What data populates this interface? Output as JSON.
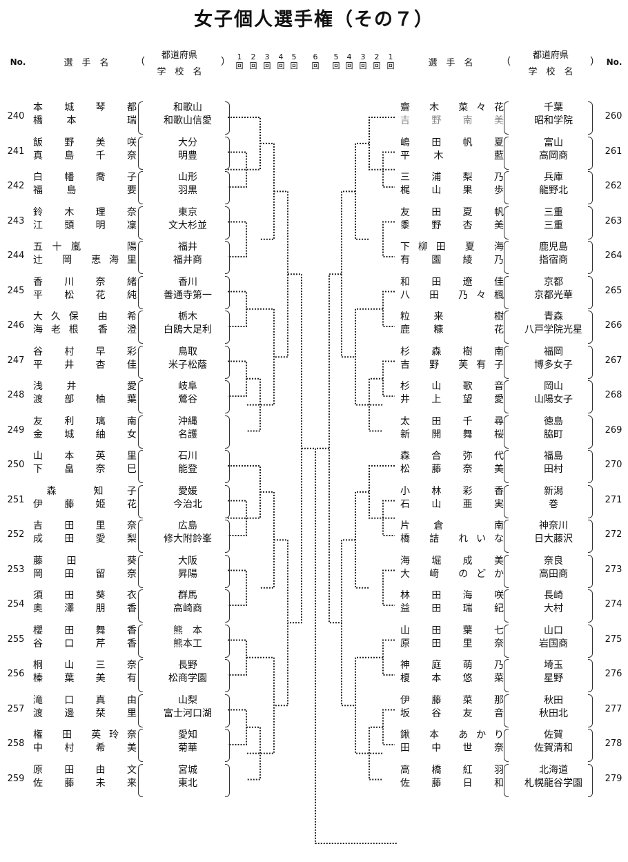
{
  "title": "女子個人選手権（その７）",
  "header": {
    "no": "No.",
    "player": "選　手　名",
    "pref": "都道府県",
    "school": "学　校　名",
    "paren_open": "（",
    "paren_close": "）",
    "rounds_left": [
      {
        "n": "1",
        "u": "回"
      },
      {
        "n": "2",
        "u": "回"
      },
      {
        "n": "3",
        "u": "回"
      },
      {
        "n": "4",
        "u": "回"
      },
      {
        "n": "5",
        "u": "回"
      }
    ],
    "round_final": {
      "n": "6",
      "u": "回"
    },
    "rounds_right": [
      {
        "n": "5",
        "u": "回"
      },
      {
        "n": "4",
        "u": "回"
      },
      {
        "n": "3",
        "u": "回"
      },
      {
        "n": "2",
        "u": "回"
      },
      {
        "n": "1",
        "u": "回"
      }
    ]
  },
  "left": [
    {
      "no": "240",
      "p1": "本　城　琴　都",
      "p2": "橋　本　　　瑞",
      "pref": "和歌山",
      "school": "和歌山信愛"
    },
    {
      "no": "241",
      "p1": "飯　野　美　咲",
      "p2": "真　島　千　奈",
      "pref": "大分",
      "school": "明豊"
    },
    {
      "no": "242",
      "p1": "白　幡　喬　子",
      "p2": "福　島　　　要",
      "pref": "山形",
      "school": "羽黒"
    },
    {
      "no": "243",
      "p1": "鈴　木　理　奈",
      "p2": "江　頭　明　凜",
      "pref": "東京",
      "school": "文大杉並"
    },
    {
      "no": "244",
      "p1": "五十嵐　　　陽",
      "p2": "辻　岡　恵海里",
      "pref": "福井",
      "school": "福井商"
    },
    {
      "no": "245",
      "p1": "香　川　奈　緒",
      "p2": "平　松　花　純",
      "pref": "香川",
      "school": "善通寺第一"
    },
    {
      "no": "246",
      "p1": "大久保　由　希",
      "p2": "海老根　香　澄",
      "pref": "栃木",
      "school": "白鴎大足利"
    },
    {
      "no": "247",
      "p1": "谷　村　早　彩",
      "p2": "平　井　杏　佳",
      "pref": "鳥取",
      "school": "米子松蔭"
    },
    {
      "no": "248",
      "p1": "浅　井　　　愛",
      "p2": "渡　部　柚　葉",
      "pref": "岐阜",
      "school": "鶯谷"
    },
    {
      "no": "249",
      "p1": "友　利　璃　南",
      "p2": "金　城　紬　女",
      "pref": "沖縄",
      "school": "名護"
    },
    {
      "no": "250",
      "p1": "山　本　英　里",
      "p2": "下　畠　奈　巳",
      "pref": "石川",
      "school": "能登"
    },
    {
      "no": "251",
      "p1": "　森　　知　子",
      "p2": "伊　藤　姫　花",
      "pref": "愛媛",
      "school": "今治北"
    },
    {
      "no": "252",
      "p1": "吉　田　里　奈",
      "p2": "成　田　愛　梨",
      "pref": "広島",
      "school": "修大附鈴峯"
    },
    {
      "no": "253",
      "p1": "藤　田　　　葵",
      "p2": "岡　田　留　奈",
      "pref": "大阪",
      "school": "昇陽"
    },
    {
      "no": "254",
      "p1": "須　田　葵　衣",
      "p2": "奥　澤　朋　香",
      "pref": "群馬",
      "school": "高崎商"
    },
    {
      "no": "255",
      "p1": "櫻　田　舞　香",
      "p2": "谷　口　芹　香",
      "pref": "熊　本",
      "school": "熊本工"
    },
    {
      "no": "256",
      "p1": "桐　山　三　奈",
      "p2": "榛　葉　美　有",
      "pref": "長野",
      "school": "松商学園"
    },
    {
      "no": "257",
      "p1": "滝　口　真　由",
      "p2": "渡　邊　栞　里",
      "pref": "山梨",
      "school": "富士河口湖"
    },
    {
      "no": "258",
      "p1": "権　田　英玲奈",
      "p2": "中　村　希　美",
      "pref": "愛知",
      "school": "菊華"
    },
    {
      "no": "259",
      "p1": "原　田　由　文",
      "p2": "佐　藤　未　来",
      "pref": "宮城",
      "school": "東北"
    }
  ],
  "right": [
    {
      "no": "260",
      "p1": "齋　木　菜々花",
      "p2": "吉　野　南　美",
      "pref": "千葉",
      "school": "昭和学院",
      "p2gray": true
    },
    {
      "no": "261",
      "p1": "嶋　田　帆　夏",
      "p2": "平　木　　　藍",
      "pref": "富山",
      "school": "高岡商"
    },
    {
      "no": "262",
      "p1": "三　浦　梨　乃",
      "p2": "梶　山　果　歩",
      "pref": "兵庫",
      "school": "龍野北"
    },
    {
      "no": "263",
      "p1": "友　田　夏　帆",
      "p2": "黍　野　杏　美",
      "pref": "三重",
      "school": "三重"
    },
    {
      "no": "264",
      "p1": "下柳田　夏　海",
      "p2": "有　園　綾　乃",
      "pref": "鹿児島",
      "school": "指宿商"
    },
    {
      "no": "265",
      "p1": "和　田　遼　佳",
      "p2": "八　田　乃々楓",
      "pref": "京都",
      "school": "京都光華"
    },
    {
      "no": "266",
      "p1": "粒　来　　　樹",
      "p2": "鹿　糠　　　花",
      "pref": "青森",
      "school": "八戸学院光星"
    },
    {
      "no": "267",
      "p1": "杉　森　樹　南",
      "p2": "吉　野　芙有子",
      "pref": "福岡",
      "school": "博多女子"
    },
    {
      "no": "268",
      "p1": "杉　山　歌　音",
      "p2": "井　上　望　愛",
      "pref": "岡山",
      "school": "山陽女子"
    },
    {
      "no": "269",
      "p1": "太　田　千　尋",
      "p2": "新　開　舞　桜",
      "pref": "徳島",
      "school": "脇町"
    },
    {
      "no": "270",
      "p1": "森　合　弥　代",
      "p2": "松　藤　奈　美",
      "pref": "福島",
      "school": "田村"
    },
    {
      "no": "271",
      "p1": "小　林　彩　香",
      "p2": "石　山　亜　実",
      "pref": "新潟",
      "school": "巻"
    },
    {
      "no": "272",
      "p1": "片　倉　　　南",
      "p2": "橋　詰　れいな",
      "pref": "神奈川",
      "school": "日大藤沢"
    },
    {
      "no": "273",
      "p1": "海　堀　成　美",
      "p2": "大　﨑　のどか",
      "pref": "奈良",
      "school": "高田商"
    },
    {
      "no": "274",
      "p1": "林　田　海　咲",
      "p2": "益　田　瑞　紀",
      "pref": "長崎",
      "school": "大村"
    },
    {
      "no": "275",
      "p1": "山　田　葉　七",
      "p2": "原　田　里　奈",
      "pref": "山口",
      "school": "岩国商"
    },
    {
      "no": "276",
      "p1": "神　庭　萌　乃",
      "p2": "榎　本　悠　菜",
      "pref": "埼玉",
      "school": "星野"
    },
    {
      "no": "277",
      "p1": "伊　藤　菜　那",
      "p2": "坂　谷　友　音",
      "pref": "秋田",
      "school": "秋田北"
    },
    {
      "no": "278",
      "p1": "鍬　本　あかり",
      "p2": "田　中　世　奈",
      "pref": "佐賀",
      "school": "佐賀清和"
    },
    {
      "no": "279",
      "p1": "高　橋　紅　羽",
      "p2": "佐　藤　日　和",
      "pref": "北海道",
      "school": "札幌龍谷学園"
    }
  ]
}
